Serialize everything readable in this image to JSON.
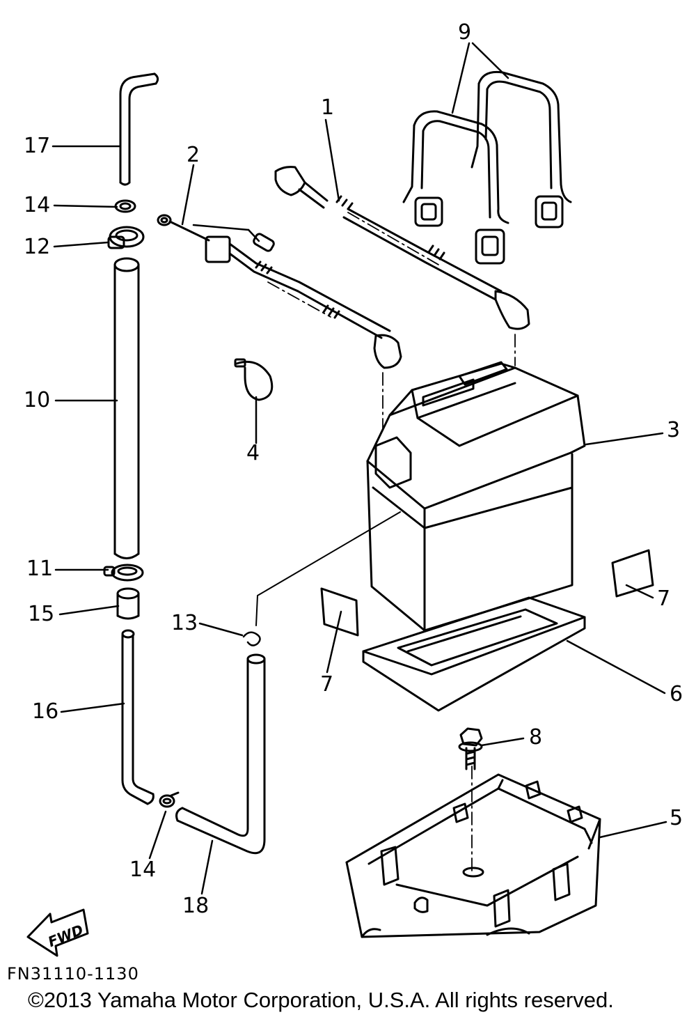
{
  "diagram": {
    "callouts": [
      {
        "id": "c1",
        "text": "1"
      },
      {
        "id": "c2",
        "text": "2"
      },
      {
        "id": "c3",
        "text": "3"
      },
      {
        "id": "c4",
        "text": "4"
      },
      {
        "id": "c5",
        "text": "5"
      },
      {
        "id": "c6",
        "text": "6"
      },
      {
        "id": "c7a",
        "text": "7"
      },
      {
        "id": "c7b",
        "text": "7"
      },
      {
        "id": "c8",
        "text": "8"
      },
      {
        "id": "c9",
        "text": "9"
      },
      {
        "id": "c10",
        "text": "10"
      },
      {
        "id": "c11",
        "text": "11"
      },
      {
        "id": "c12",
        "text": "12"
      },
      {
        "id": "c13",
        "text": "13"
      },
      {
        "id": "c14a",
        "text": "14"
      },
      {
        "id": "c14b",
        "text": "14"
      },
      {
        "id": "c15",
        "text": "15"
      },
      {
        "id": "c16",
        "text": "16"
      },
      {
        "id": "c17",
        "text": "17"
      },
      {
        "id": "c18",
        "text": "18"
      }
    ],
    "fwd_label": "FWD",
    "drawing_code": "FN31110-1130",
    "copyright": "©2013 Yamaha Motor Corporation, U.S.A. All rights reserved."
  }
}
